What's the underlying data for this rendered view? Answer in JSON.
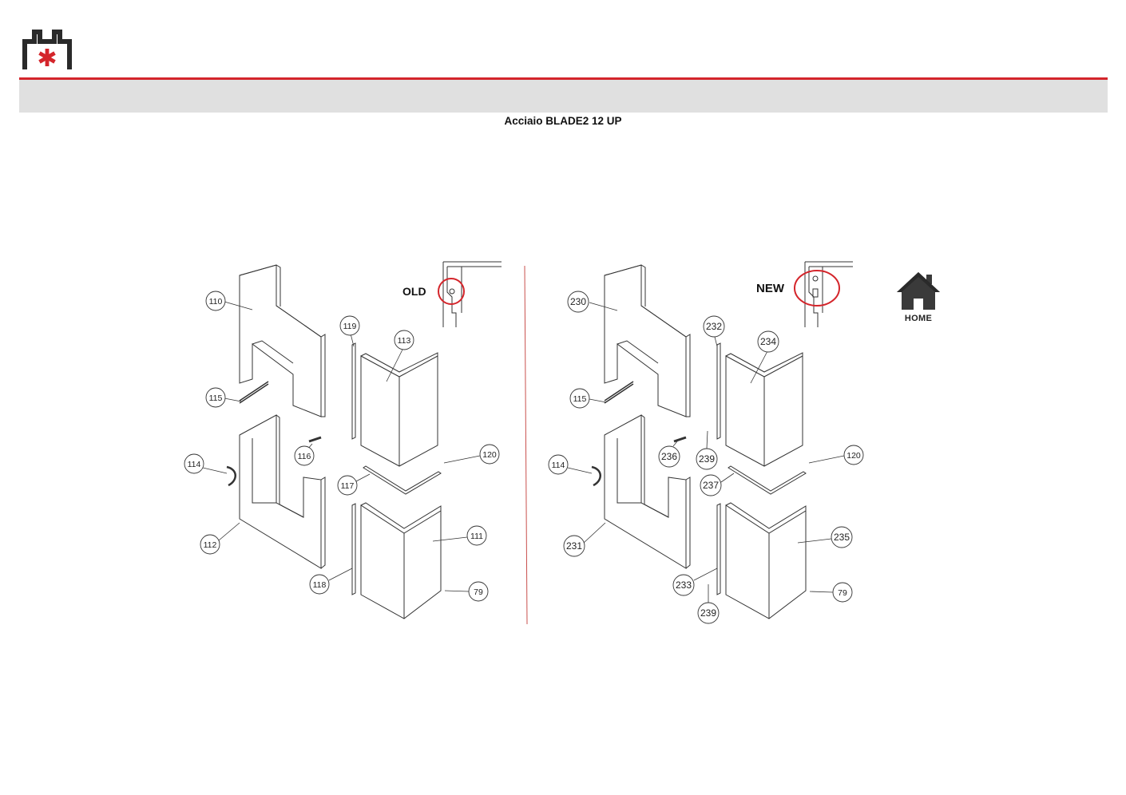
{
  "header": {
    "title": "Acciaio BLADE2 12 UP"
  },
  "colors": {
    "accent": "#d4252b",
    "bar": "#e0e0e0"
  },
  "home": {
    "label": "HOME",
    "icon": "home-icon"
  },
  "old_view": {
    "tag": "OLD",
    "callouts": [
      "110",
      "113",
      "115",
      "116",
      "114",
      "117",
      "120",
      "112",
      "111",
      "118",
      "79",
      "119"
    ]
  },
  "new_view": {
    "tag": "NEW",
    "callouts": [
      "230",
      "232",
      "234",
      "115",
      "236",
      "239",
      "114",
      "237",
      "120",
      "231",
      "235",
      "233",
      "79",
      "239"
    ]
  }
}
